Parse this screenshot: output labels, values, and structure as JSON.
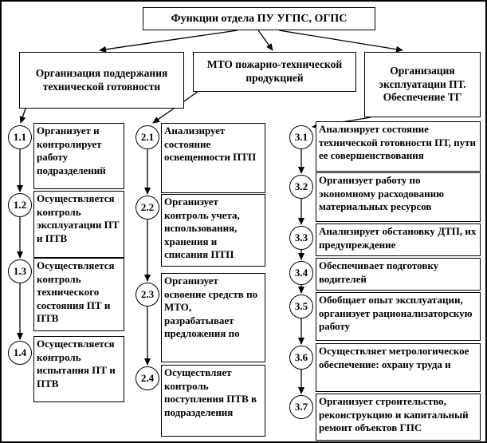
{
  "title": "Функции отдела ПУ УГПС, ОГПС",
  "branches": [
    {
      "label": "Организация поддержания технической готовности"
    },
    {
      "label": "МТО пожарно-технической продукцией"
    },
    {
      "label": "Организация эксплуатации ПТ. Обеспечение ТГ"
    }
  ],
  "columns": [
    {
      "items": [
        {
          "num": "1.1",
          "text": "Организует и контролирует работу подразделений"
        },
        {
          "num": "1.2",
          "text": "Осуществляется контроль эксплуатации ПТ и ПТВ"
        },
        {
          "num": "1.3",
          "text": "Осуществляется контроль технического состояния ПТ и ПТВ"
        },
        {
          "num": "1.4",
          "text": "Осуществляется контроль испытания ПТ и ПТВ"
        }
      ]
    },
    {
      "items": [
        {
          "num": "2.1",
          "text": "Анализирует состояние освещенности ПТП"
        },
        {
          "num": "2.2",
          "text": "Организует контроль учета, использования, хранения и списания ПТП"
        },
        {
          "num": "2.3",
          "text": "Организует освоение средств по МТО, разрабатывает предложения по"
        },
        {
          "num": "2.4",
          "text": "Осуществляет контроль поступления ПТВ в подразделения"
        }
      ]
    },
    {
      "items": [
        {
          "num": "3.1",
          "text": "Анализирует состояние технической готовности ПТ, пути ее совершенствования"
        },
        {
          "num": "3.2",
          "text": "Организует работу по экономному расходованию материальных ресурсов"
        },
        {
          "num": "3.3",
          "text": "Анализирует обстановку ДТП, их предупреждение"
        },
        {
          "num": "3.4",
          "text": "Обеспечивает подготовку водителей"
        },
        {
          "num": "3.5",
          "text": "Обобщает опыт эксплуатации, организует рационализаторскую работу"
        },
        {
          "num": "3.6",
          "text": "Осуществляет метрологическое обеспечение: охрану труда и"
        },
        {
          "num": "3.7",
          "text": "Организует строительство, реконструкцию и капитальный ремонт объектов ГПС"
        }
      ]
    }
  ],
  "colors": {
    "ink": "#000000",
    "paper": "#ffffff"
  }
}
